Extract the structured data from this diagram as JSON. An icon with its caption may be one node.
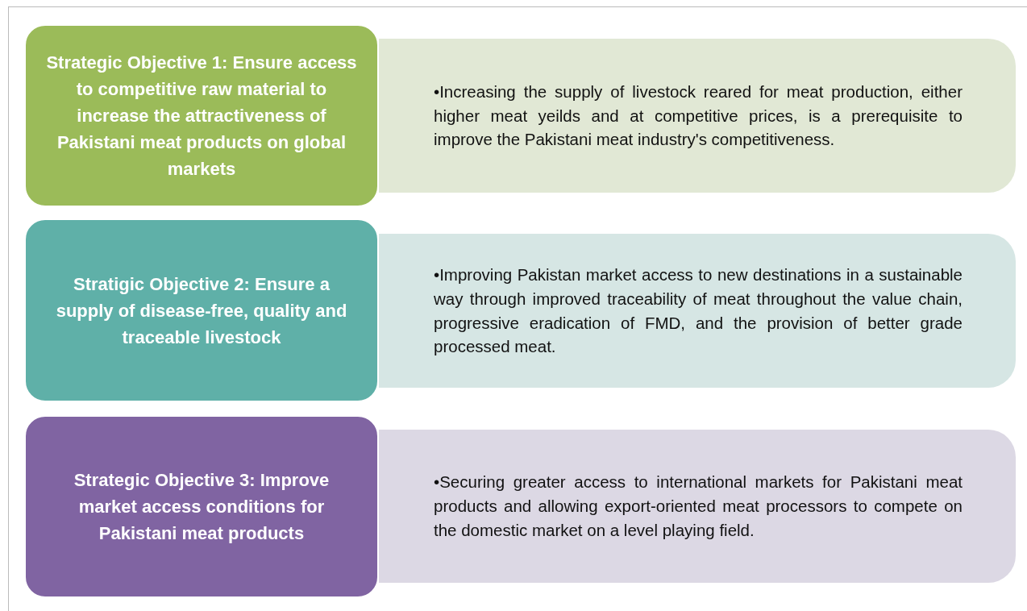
{
  "diagram": {
    "nodes": [
      {
        "text": [
          "Strategic Objective 1: Ensure access to competitive raw material to increase the attractiveness of Pakistani meat products on global markets"
        ]
      },
      {
        "text": [
          "•Increasing the supply of livestock reared for meat production, either higher meat yeilds and at competitive prices, is a prerequisite to improve the Pakistani meat industry's competitiveness."
        ]
      },
      {
        "text": [
          "Stratigic Objective 2: Ensure a supply of disease-free, quality and traceable livestock"
        ]
      },
      {
        "text": [
          "•Improving Pakistan market access to new destinations in a sustainable way through improved traceability of meat throughout the value chain, progressive eradication of FMD, and the provision of better grade processed meat."
        ]
      },
      {
        "text": [
          "Strategic Objective 3: Improve market access conditions for Pakistani meat products"
        ]
      },
      {
        "text": [
          "•Securing greater access to international markets for Pakistani meat products and allowing export-oriented meat processors to compete on the domestic market on a level playing field."
        ]
      }
    ]
  }
}
